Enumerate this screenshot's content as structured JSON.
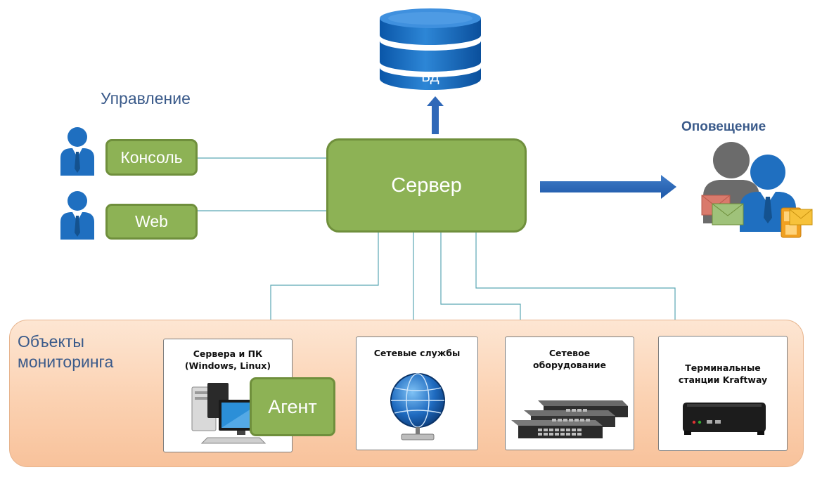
{
  "db": {
    "label": "БД"
  },
  "control": {
    "title": "Управление",
    "console_label": "Консоль",
    "web_label": "Web"
  },
  "server": {
    "label": "Сервер"
  },
  "notify": {
    "title": "Оповещение"
  },
  "objects": {
    "title_line1": "Объекты",
    "title_line2": "мониторинга",
    "cards": [
      {
        "title_line1": "Сервера и ПК",
        "title_line2": "(Windows, Linux)",
        "badge": "Агент"
      },
      {
        "title_line1": "Сетевые службы",
        "title_line2": ""
      },
      {
        "title_line1": "Сетевое",
        "title_line2": "оборудование"
      },
      {
        "title_line1": "Терминальные",
        "title_line2": "станции Kraftway"
      }
    ]
  },
  "colors": {
    "green": "#8db255",
    "green_border": "#6f8f3c",
    "blue_arrow": "#2f68b8",
    "label_blue": "#3a5a8a",
    "wire": "#5aa7b3"
  },
  "icons": [
    "database-icon",
    "user-icon",
    "user-group-icon",
    "mail-icon",
    "phone-icon",
    "computer-icon",
    "globe-icon",
    "switch-icon",
    "thin-client-icon"
  ]
}
